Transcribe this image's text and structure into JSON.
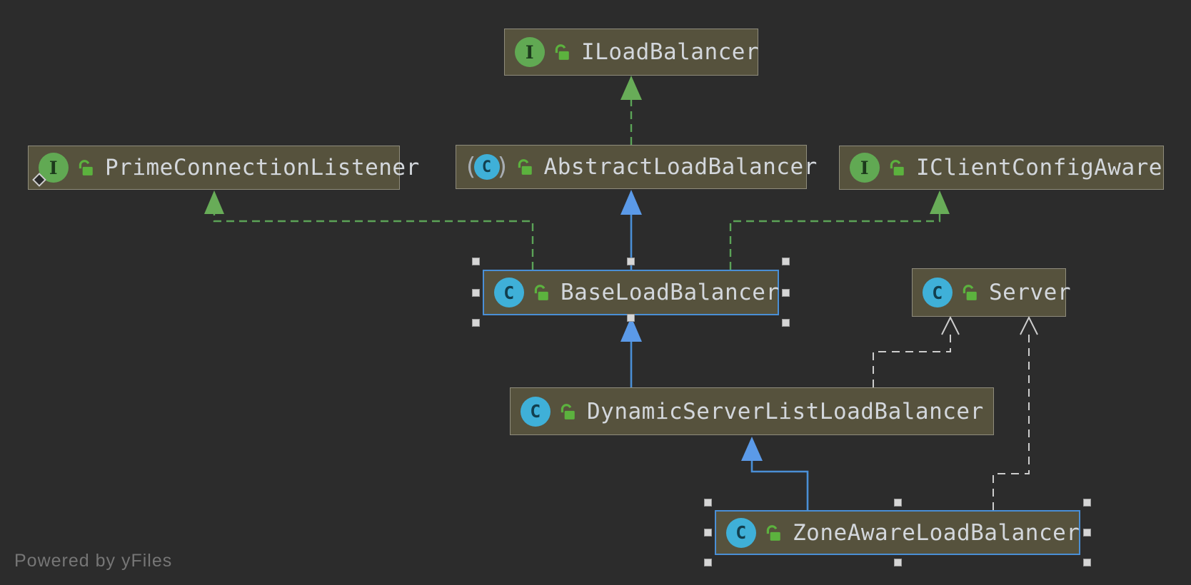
{
  "diagram_type": "uml-class-diagram",
  "watermark": "Powered by yFiles",
  "nodes": {
    "iloadbalancer": {
      "label": "ILoadBalancer",
      "kind": "interface",
      "icon_letter": "I",
      "lock": "open",
      "selected": false
    },
    "primeconnectionlistener": {
      "label": "PrimeConnectionListener",
      "kind": "interface",
      "icon_letter": "I",
      "lock": "open",
      "badge": "diamond",
      "selected": false
    },
    "abstractloadbalancer": {
      "label": "AbstractLoadBalancer",
      "kind": "abstract-class",
      "icon_letter": "C",
      "lock": "open",
      "selected": false
    },
    "iclientconfigaware": {
      "label": "IClientConfigAware",
      "kind": "interface",
      "icon_letter": "I",
      "lock": "open",
      "selected": false
    },
    "baseloadbalancer": {
      "label": "BaseLoadBalancer",
      "kind": "class",
      "icon_letter": "C",
      "lock": "open",
      "selected": true
    },
    "server": {
      "label": "Server",
      "kind": "class",
      "icon_letter": "C",
      "lock": "open",
      "selected": false
    },
    "dynamicserverlistloadbalancer": {
      "label": "DynamicServerListLoadBalancer",
      "kind": "class",
      "icon_letter": "C",
      "lock": "open",
      "selected": false
    },
    "zoneawareloadbalancer": {
      "label": "ZoneAwareLoadBalancer",
      "kind": "class",
      "icon_letter": "C",
      "lock": "open",
      "selected": true
    }
  },
  "edges": [
    {
      "from": "AbstractLoadBalancer",
      "to": "ILoadBalancer",
      "type": "realization",
      "style": "dashed-green"
    },
    {
      "from": "BaseLoadBalancer",
      "to": "AbstractLoadBalancer",
      "type": "inheritance",
      "style": "solid-blue"
    },
    {
      "from": "BaseLoadBalancer",
      "to": "PrimeConnectionListener",
      "type": "realization",
      "style": "dashed-green"
    },
    {
      "from": "BaseLoadBalancer",
      "to": "IClientConfigAware",
      "type": "realization",
      "style": "dashed-green"
    },
    {
      "from": "DynamicServerListLoadBalancer",
      "to": "BaseLoadBalancer",
      "type": "inheritance",
      "style": "solid-blue"
    },
    {
      "from": "ZoneAwareLoadBalancer",
      "to": "DynamicServerListLoadBalancer",
      "type": "inheritance",
      "style": "solid-blue"
    },
    {
      "from": "DynamicServerListLoadBalancer",
      "to": "Server",
      "type": "dependency",
      "style": "dashed-gray"
    },
    {
      "from": "ZoneAwareLoadBalancer",
      "to": "Server",
      "type": "dependency",
      "style": "dashed-gray"
    }
  ],
  "colors": {
    "background": "#2c2c2c",
    "node_fill": "#56523d",
    "node_border": "#8f8c7c",
    "node_text": "#d3d7dc",
    "selection_blue": "#4a8fd6",
    "edge_green": "#5ba357",
    "edge_blue": "#4a8fd6",
    "edge_gray": "#cdcdcd",
    "interface_icon_green": "#61a953",
    "class_icon_blue": "#3fb0d8",
    "lock_green": "#5cb23e",
    "handle_gray": "#d6d6d6",
    "watermark_gray": "#767676"
  }
}
